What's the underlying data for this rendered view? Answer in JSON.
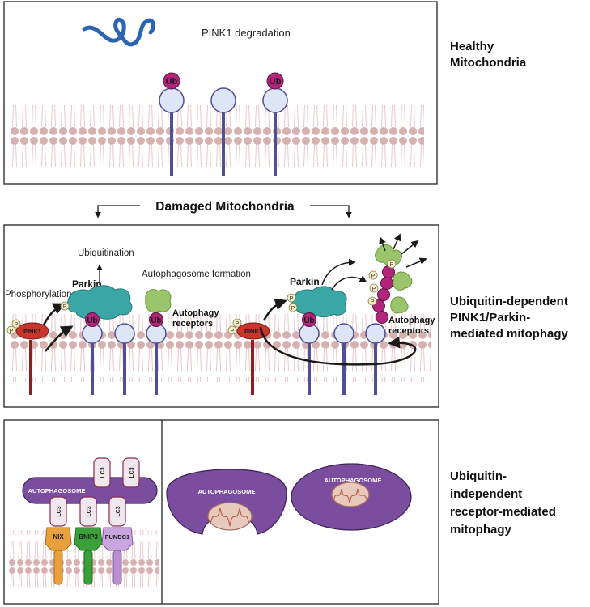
{
  "panel1": {
    "label": "PINK1 degradation",
    "ub": "Ub",
    "side_label_1": "Healthy",
    "side_label_2": "Mitochondria"
  },
  "damaged_label": "Damaged Mitochondria",
  "panel2": {
    "ubiquitination": "Ubiquitination",
    "phosphorylation": "Phosphorylation",
    "parkin": "Parkin",
    "pink1": "PINK1",
    "p": "P",
    "ub": "Ub",
    "autophagosome_formation": "Autophagosome formation",
    "autophagy_receptors_1": "Autophagy",
    "autophagy_receptors_2": "receptors",
    "side_label_1": "Ubiquitin-dependent",
    "side_label_2": "PINK1/Parkin-",
    "side_label_3": "mediated mitophagy"
  },
  "panel3": {
    "autophagosome": "AUTOPHAGOSOME",
    "lc3": "LC3",
    "nix": "NIX",
    "bnip3": "BNIP3",
    "fundc1": "FUNDC1",
    "side_label_1": "Ubiquitin-",
    "side_label_2": "independent",
    "side_label_3": "receptor-mediated",
    "side_label_4": "mitophagy"
  },
  "colors": {
    "lipid_head": "#d9b2b2",
    "ub": "#b3257d",
    "pink1": "#c8352b",
    "parkin": "#3aa7a6",
    "receptor_green": "#9bc56a",
    "autophagosome": "#7a4d9e",
    "nix": "#e9a23b",
    "bnip3": "#3aa13a",
    "fundc1": "#b98ed3",
    "stalk": "#4f4f98"
  }
}
